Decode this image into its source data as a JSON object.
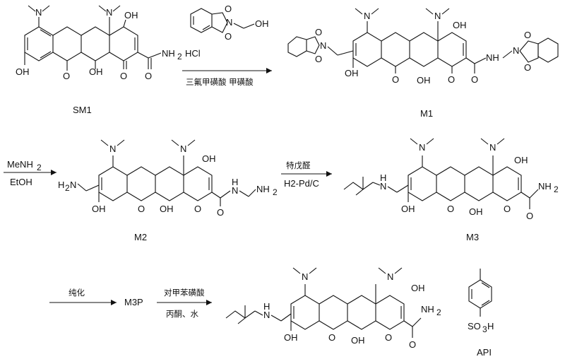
{
  "compounds": {
    "sm1": {
      "label": "SM1",
      "salt": "HCl",
      "atoms": {
        "n_top_left": "N",
        "n_top_right": "N",
        "oh_top": "OH",
        "nh2": "NH",
        "nh2_sub": "2",
        "oh_left": "OH",
        "o_1": "O",
        "oh_mid": "OH",
        "o_2": "O",
        "o_3": "O"
      }
    },
    "m1": {
      "label": "M1",
      "atoms": {
        "n_top_left": "N",
        "n_top_right": "N",
        "oh_top": "OH",
        "nh": "NH",
        "n_left": "N",
        "n_right": "N",
        "o_pl1": "O",
        "o_pl2": "O",
        "o_pr1": "O",
        "o_pr2": "O",
        "oh_left": "OH",
        "o_1": "O",
        "oh_mid": "OH",
        "o_2": "O",
        "o_3": "O"
      }
    },
    "m2": {
      "label": "M2",
      "atoms": {
        "n_top_left": "N",
        "n_top_right": "N",
        "oh_top": "OH",
        "h2n_left": "H",
        "h2n_left2": "N",
        "nh_amide": "N",
        "nh_amide_h": "H",
        "nh2_right": "NH",
        "nh2_sub": "2",
        "oh_left": "OH",
        "o_1": "O",
        "oh_mid": "OH",
        "o_2": "O",
        "o_3": "O"
      }
    },
    "m3": {
      "label": "M3",
      "atoms": {
        "n_top_left": "N",
        "n_top_right": "N",
        "oh_top": "OH",
        "nh_side": "H",
        "nh_side_n": "N",
        "nh2": "NH",
        "nh2_sub": "2",
        "oh_left": "OH",
        "o_1": "O",
        "oh_mid": "OH",
        "o_2": "O",
        "o_3": "O"
      }
    },
    "api_base": {
      "atoms": {
        "n_top_left": "N",
        "n_top_right": "N",
        "oh_top": "OH",
        "nh_side": "H",
        "nh_side_n": "N",
        "nh2": "NH",
        "nh2_sub": "2",
        "oh_left": "OH",
        "o_1": "O",
        "oh_mid": "OH",
        "o_2": "O",
        "o_3": "O"
      }
    },
    "tosyl": {
      "formula_so": "SO",
      "formula_sub3": "3",
      "formula_h": "H"
    },
    "api": {
      "label": "API"
    },
    "m3p": {
      "label": "M3P"
    }
  },
  "reagents": {
    "step1_reagent_oh": "OH",
    "step1_reagent_n": "N",
    "step1_reagent_o1": "O",
    "step1_reagent_o2": "O",
    "step1_conditions": "三氟甲磺酸   甲磺酸",
    "step2_top": "MeNH",
    "step2_top_sub": "2",
    "step2_bottom": "EtOH",
    "step3_top": "特戊醛",
    "step3_bottom": "H2-Pd/C",
    "step4_top": "纯化",
    "step5_top": "对甲苯磺酸",
    "step5_bottom": "丙酮、水"
  }
}
